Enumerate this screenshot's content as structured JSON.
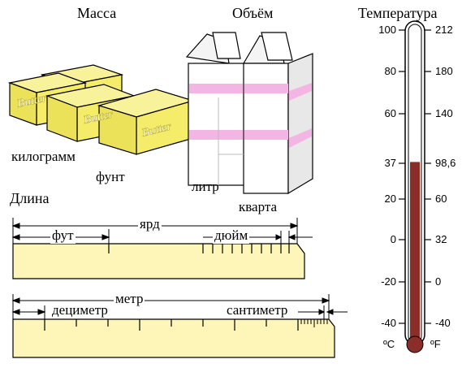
{
  "headings": {
    "mass": "Масса",
    "volume": "Объём",
    "temperature": "Температура",
    "length": "Длина"
  },
  "mass_units": {
    "kilogram": "килограмм",
    "pound": "фунт"
  },
  "volume_units": {
    "liter": "литр",
    "quart": "кварта"
  },
  "butter_text": "Butter",
  "length_units": {
    "foot": "фут",
    "yard": "ярд",
    "inch": "дюйм",
    "meter": "метр",
    "decimeter": "дециметр",
    "centimeter": "сантиметр"
  },
  "thermometer": {
    "celsius_ticks": [
      "100",
      "80",
      "60",
      "37",
      "20",
      "0",
      "-20",
      "-40"
    ],
    "fahrenheit_ticks": [
      "212",
      "180",
      "140",
      "98,6",
      "60",
      "32",
      "0",
      "-40"
    ],
    "celsius_unit": "ºC",
    "fahrenheit_unit": "ºF",
    "mercury_level_celsius": 37,
    "range_celsius": [
      -40,
      100
    ]
  },
  "colors": {
    "butter": "#f5ec6a",
    "ruler": "#fdf6b8",
    "carton_stripe": "#f3b6e4",
    "mercury": "#8b2e2a"
  }
}
